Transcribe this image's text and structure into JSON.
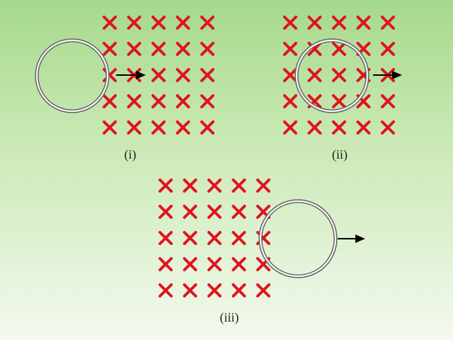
{
  "colors": {
    "cross": "#e0141e",
    "ring": "#555555",
    "ring_inner": "#f4f4f4",
    "arrow": "#000000"
  },
  "panels": [
    {
      "id": "i",
      "caption": "(i)",
      "grid": {
        "rows": 5,
        "cols": 5
      }
    },
    {
      "id": "ii",
      "caption": "(ii)",
      "grid": {
        "rows": 5,
        "cols": 5
      }
    },
    {
      "id": "iii",
      "caption": "(iii)",
      "grid": {
        "rows": 5,
        "cols": 5
      }
    }
  ],
  "icons": {
    "cross": "cross-icon",
    "ring": "conducting-loop",
    "arrow": "velocity-arrow-icon"
  }
}
